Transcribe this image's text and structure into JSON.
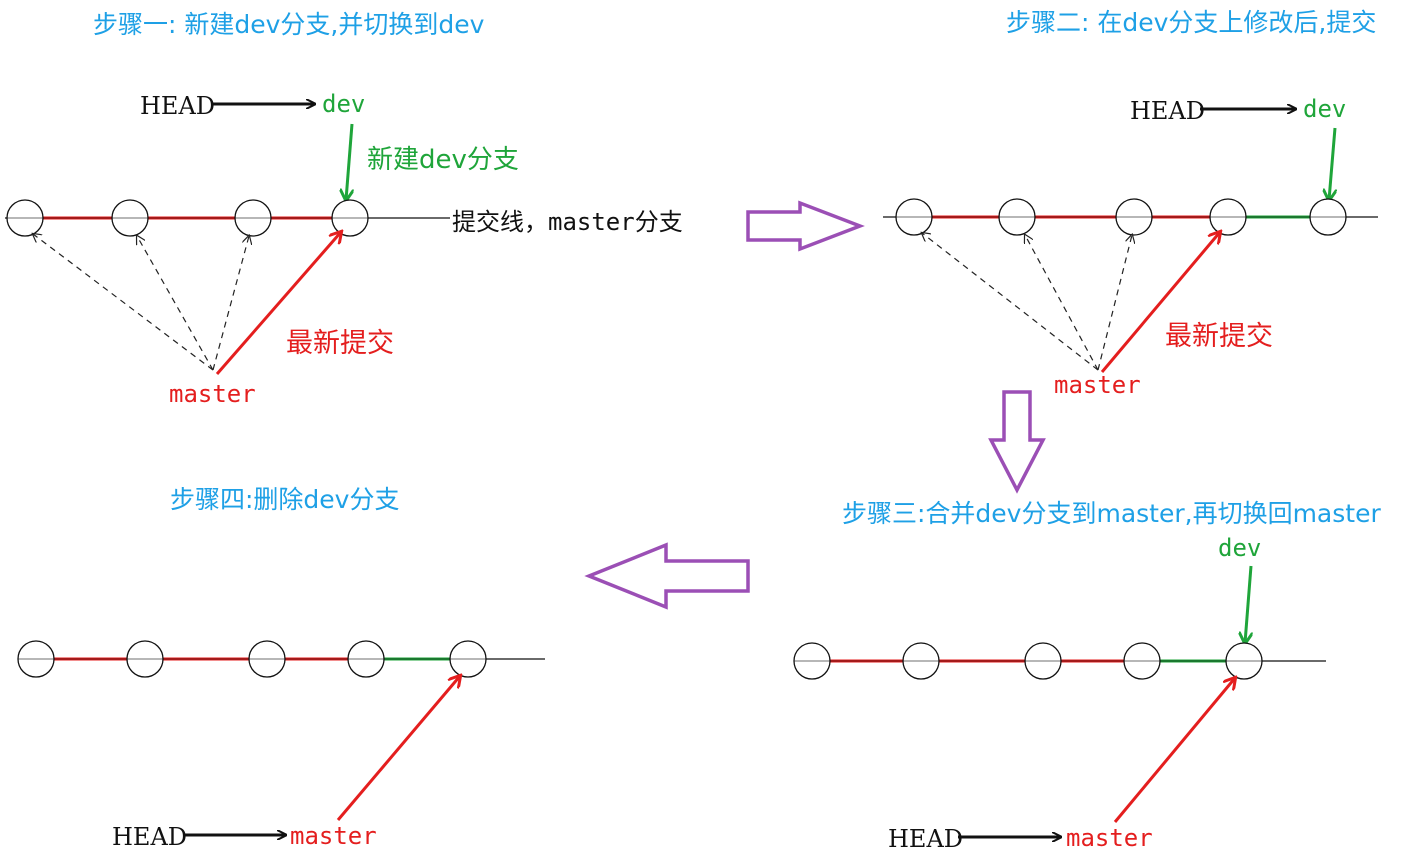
{
  "steps": {
    "step1": {
      "title": "步骤一: 新建dev分支,并切换到dev",
      "head": "HEAD",
      "dev": "dev",
      "dev_note": "新建dev分支",
      "line_note": "提交线，master分支",
      "latest_note": "最新提交",
      "master": "master"
    },
    "step2": {
      "title": "步骤二: 在dev分支上修改后,提交",
      "head": "HEAD",
      "dev": "dev",
      "latest_note": "最新提交",
      "master": "master"
    },
    "step3": {
      "title": "步骤三:合并dev分支到master,再切换回master",
      "dev": "dev",
      "head": "HEAD",
      "master": "master"
    },
    "step4": {
      "title": "步骤四:删除dev分支",
      "head": "HEAD",
      "master": "master"
    }
  },
  "colors": {
    "title": "#1ea0e6",
    "master_line": "#e41e1e",
    "dev_line": "#1fa53a",
    "transition_arrow": "#9b4fb5"
  }
}
